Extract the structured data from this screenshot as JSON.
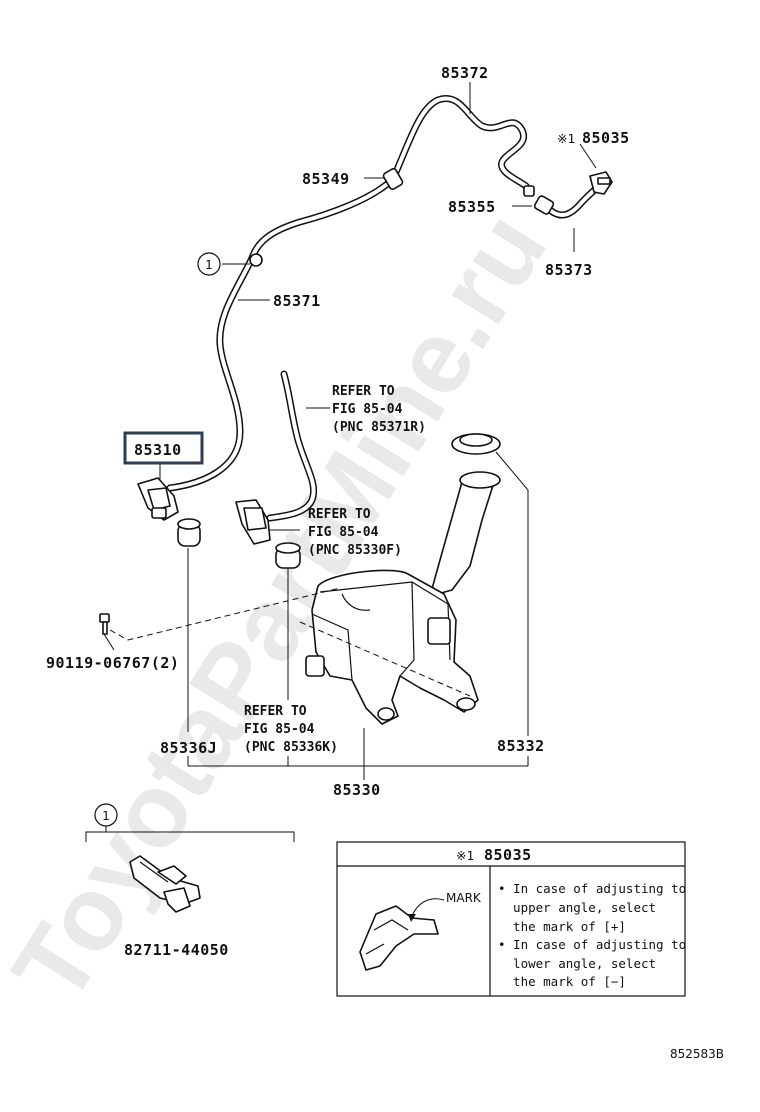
{
  "watermark": "ToyotaPartMine.ru",
  "figure_code": "852583B",
  "parts": {
    "p85372": "85372",
    "p85035": "85035",
    "p85035_mark": "※1",
    "p85349": "85349",
    "p85355": "85355",
    "p85373": "85373",
    "p85371": "85371",
    "p85310": "85310",
    "p90119": "90119-06767(2)",
    "p85336j": "85336J",
    "p85332": "85332",
    "p85330": "85330",
    "p82711": "82711-44050"
  },
  "callout_1": "1",
  "refs": {
    "r1": {
      "line1": "REFER TO",
      "line2": "FIG 85-04",
      "line3": "(PNC 85371R)"
    },
    "r2": {
      "line1": "REFER TO",
      "line2": "FIG 85-04",
      "line3": "(PNC 85330F)"
    },
    "r3": {
      "line1": "REFER TO",
      "line2": "FIG 85-04",
      "line3": "(PNC 85336K)"
    }
  },
  "inset": {
    "title_mark": "※1",
    "title_part": "85035",
    "mark_label": "MARK",
    "notes": [
      "• In case of adjusting to",
      "  upper angle, select",
      "  the mark of [+]",
      "• In case of adjusting to",
      "  lower angle, select",
      "  the mark of [−]"
    ]
  }
}
